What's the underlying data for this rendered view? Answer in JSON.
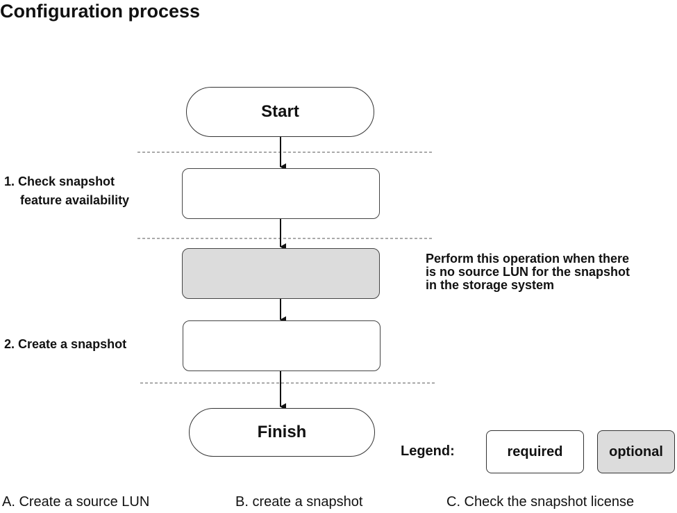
{
  "title": "Configuration process",
  "flow": {
    "start_label": "Start",
    "finish_label": "Finish",
    "steps": [
      {
        "label": "1. Check snapshot",
        "label_line2": "feature availability",
        "box_type": "required"
      },
      {
        "label": "",
        "box_type": "optional"
      },
      {
        "label": "2. Create a snapshot",
        "box_type": "required"
      }
    ],
    "optional_note": [
      "Perform this operation when there",
      "is no source LUN for the snapshot",
      "in the storage system"
    ]
  },
  "legend": {
    "title": "Legend:",
    "required_label": "required",
    "optional_label": "optional"
  },
  "answers": [
    "A. Create a source LUN",
    "B. create a snapshot",
    "C. Check the snapshot license"
  ],
  "colors": {
    "optional_fill": "#dcdcdc",
    "required_fill": "#ffffff",
    "line": "#222222"
  }
}
